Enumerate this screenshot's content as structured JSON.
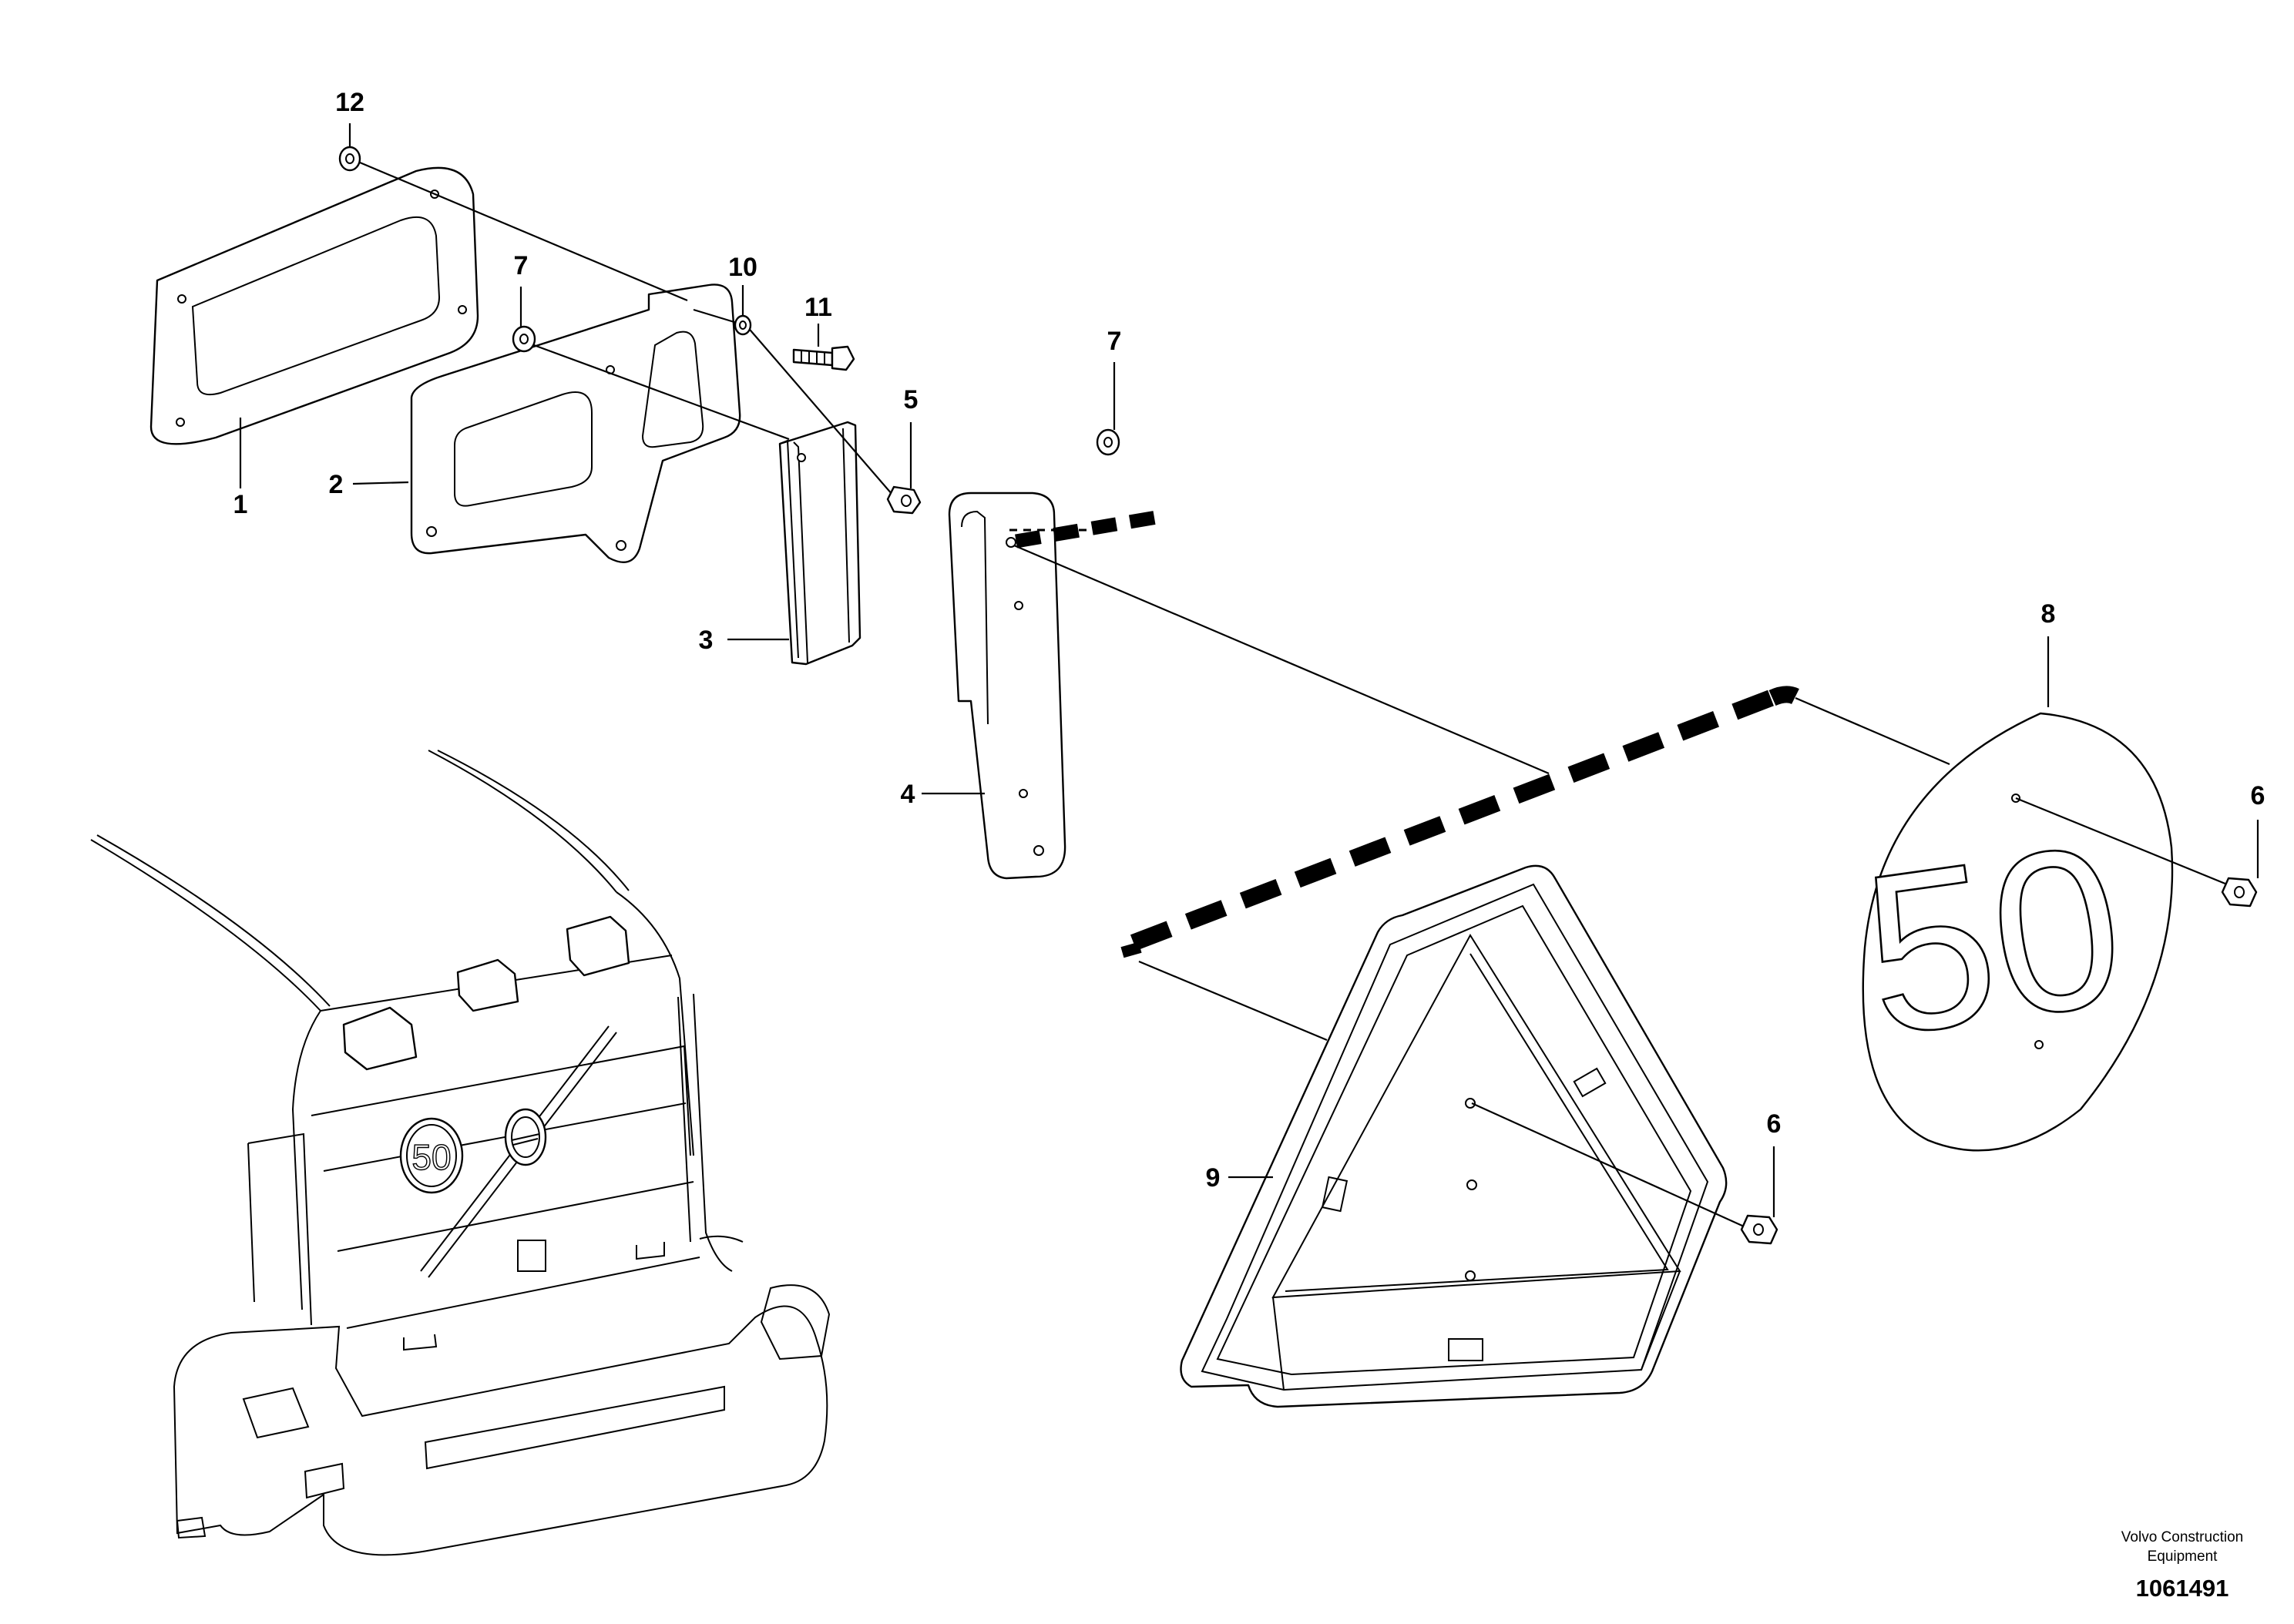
{
  "diagram": {
    "callouts": [
      {
        "id": "c1",
        "label": "1"
      },
      {
        "id": "c2",
        "label": "2"
      },
      {
        "id": "c3",
        "label": "3"
      },
      {
        "id": "c4",
        "label": "4"
      },
      {
        "id": "c5",
        "label": "5"
      },
      {
        "id": "c6a",
        "label": "6"
      },
      {
        "id": "c6b",
        "label": "6"
      },
      {
        "id": "c7a",
        "label": "7"
      },
      {
        "id": "c7b",
        "label": "7"
      },
      {
        "id": "c8",
        "label": "8"
      },
      {
        "id": "c9",
        "label": "9"
      },
      {
        "id": "c10",
        "label": "10"
      },
      {
        "id": "c11",
        "label": "11"
      },
      {
        "id": "c12",
        "label": "12"
      }
    ],
    "speed_sign_text": "50",
    "badge_text": "50",
    "credit_line1": "Volvo Construction",
    "credit_line2": "Equipment",
    "doc_number": "1061491"
  }
}
